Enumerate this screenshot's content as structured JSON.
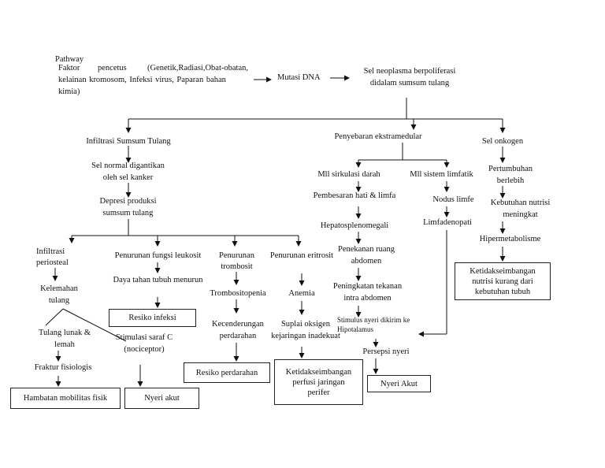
{
  "header": {
    "title": "Pathway",
    "faktor_line1a": "Faktor",
    "faktor_line1b": "pencetus",
    "faktor_line1c": "(Genetik,Radiasi,Obat-obatan,",
    "faktor_line2": "kelainan  kromosom,  Infeksi  virus,  Paparan  bahan",
    "faktor_line3": "kimia)"
  },
  "nodes": {
    "mutasi": "Mutasi DNA",
    "neoplasma_1": "Sel neoplasma berpoliferasi",
    "neoplasma_2": "didalam sumsum tulang",
    "infiltrasi_sumsum": "Infiltrasi Sumsum Tulang",
    "sel_normal_1": "Sel normal digantikan",
    "sel_normal_2": "oleh sel kanker",
    "depresi_1": "Depresi produksi",
    "depresi_2": "sumsum tulang",
    "penyebaran": "Penyebaran ekstramedular",
    "mll_sirkulasi": "Mll sirkulasi darah",
    "mll_limfatik": "Mll sistem limfatik",
    "pembesaran": "Pembesaran hati & limfa",
    "nodus": "Nodus limfe",
    "hepato": "Hepatosplenomegali",
    "limfadenopati": "Limfadenopati",
    "penekanan_1": "Penekanan ruang",
    "penekanan_2": "abdomen",
    "peningkatan_1": "Peningkatan tekanan",
    "peningkatan_2": "intra abdomen",
    "stimulus_1": "Stimulus nyeri dikirim ke",
    "stimulus_2": "Hipotalamus",
    "persepsi": "Persepsi nyeri",
    "sel_onkogen": "Sel onkogen",
    "pertumbuhan_1": "Pertumbuhan",
    "pertumbuhan_2": "berlebih",
    "kebutuhan_1": "Kebutuhan nutrisi",
    "kebutuhan_2": "meningkat",
    "hipermetabolisme": "Hipermetabolisme",
    "infiltrasi_periosteal_1": "Infiltrasi",
    "infiltrasi_periosteal_2": "periosteal",
    "kelemahan_1": "Kelemahan",
    "kelemahan_2": "tulang",
    "tulang_lunak_1": "Tulang lunak &",
    "tulang_lunak_2": "lemah",
    "fraktur": "Fraktur fisiologis",
    "stimulasi_1": "Stimulasi saraf C",
    "stimulasi_2": "(nociceptor)",
    "penurunan_leukosit": "Penurunan fungsi leukosit",
    "daya_tahan": "Daya tahan tubuh menurun",
    "penurunan_trombosit_1": "Penurunan",
    "penurunan_trombosit_2": "trombosit",
    "trombositopenia": "Trombositopenia",
    "kecenderungan_1": "Kecenderungan",
    "kecenderungan_2": "perdarahan",
    "penurunan_eritrosit": "Penurunan eritrosit",
    "anemia": "Anemia",
    "suplai_1": "Suplai oksigen",
    "suplai_2": "kejaringan inadekuat"
  },
  "diagnoses": {
    "nutrisi_1": "Ketidakseimbangan",
    "nutrisi_2": "nutrisi kurang dari",
    "nutrisi_3": "kebutuhan tubuh",
    "resiko_infeksi": "Resiko infeksi",
    "hambatan_mobilitas": "Hambatan mobilitas fisik",
    "nyeri_akut_left": "Nyeri akut",
    "resiko_perdarahan": "Resiko perdarahan",
    "perfusi_1": "Ketidakseimbangan",
    "perfusi_2": "perfusi jaringan",
    "perfusi_3": "perifer",
    "nyeri_akut_right": "Nyeri Akut"
  }
}
